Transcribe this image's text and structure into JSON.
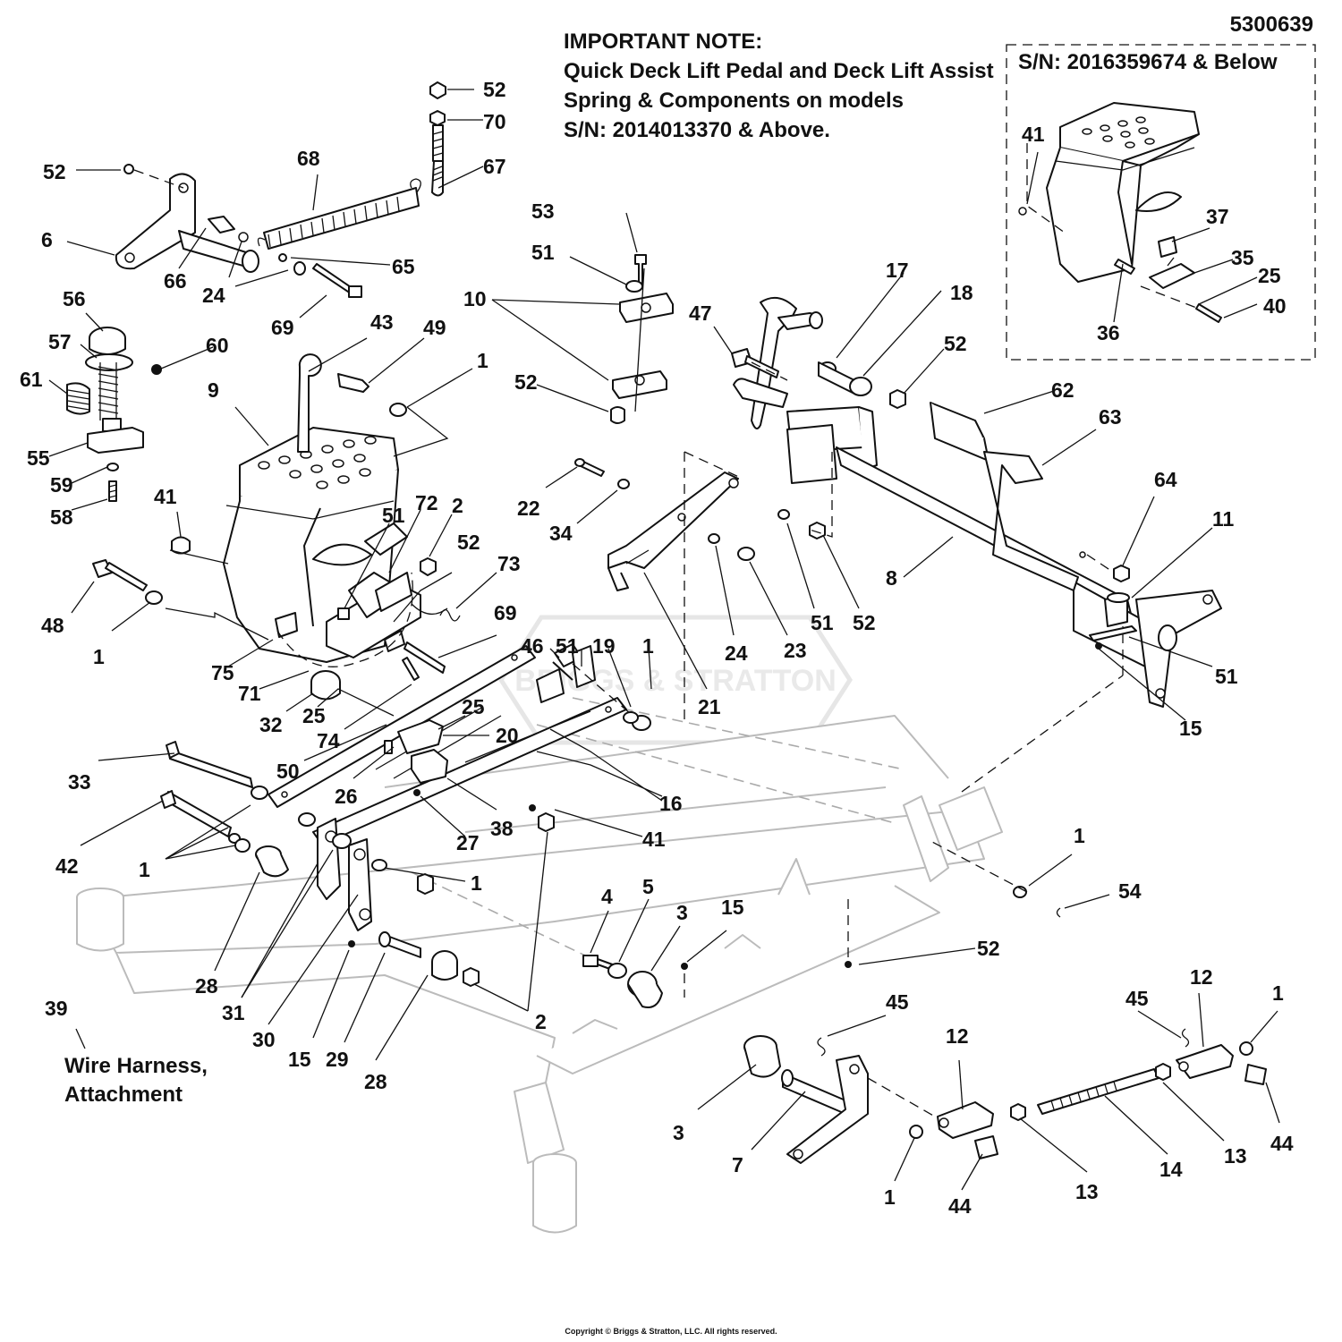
{
  "diagram_id": "5300639",
  "note": {
    "lines": [
      "IMPORTANT NOTE:",
      "Quick Deck Lift Pedal and Deck Lift Assist",
      "Spring & Components on models",
      "S/N: 2014013370 & Above."
    ]
  },
  "inset": {
    "title": "S/N: 2016359674 & Below"
  },
  "wire_note": {
    "line1": "Wire Harness,",
    "line2": "Attachment"
  },
  "copyright": "Copyright © Briggs & Stratton, LLC. All rights reserved.",
  "watermark": "BRIGGS & STRATTON",
  "callouts": [
    "52",
    "70",
    "68",
    "67",
    "52",
    "6",
    "66",
    "24",
    "65",
    "69",
    "24",
    "53",
    "51",
    "10",
    "52",
    "47",
    "17",
    "18",
    "52",
    "62",
    "63",
    "64",
    "11",
    "51",
    "15",
    "8",
    "56",
    "57",
    "60",
    "61",
    "55",
    "59",
    "58",
    "43",
    "49",
    "1",
    "9",
    "41",
    "48",
    "1",
    "51",
    "72",
    "2",
    "52",
    "73",
    "69",
    "75",
    "71",
    "32",
    "25",
    "74",
    "22",
    "34",
    "24",
    "23",
    "51",
    "52",
    "21",
    "46",
    "51",
    "19",
    "1",
    "25",
    "20",
    "50",
    "26",
    "16",
    "27",
    "38",
    "41",
    "33",
    "42",
    "1",
    "1",
    "28",
    "31",
    "30",
    "15",
    "29",
    "28",
    "2",
    "4",
    "5",
    "3",
    "15",
    "1",
    "54",
    "52",
    "45",
    "12",
    "3",
    "7",
    "1",
    "44",
    "13",
    "14",
    "12",
    "45",
    "1",
    "13",
    "44",
    "39",
    "41",
    "37",
    "35",
    "25",
    "40",
    "36"
  ]
}
